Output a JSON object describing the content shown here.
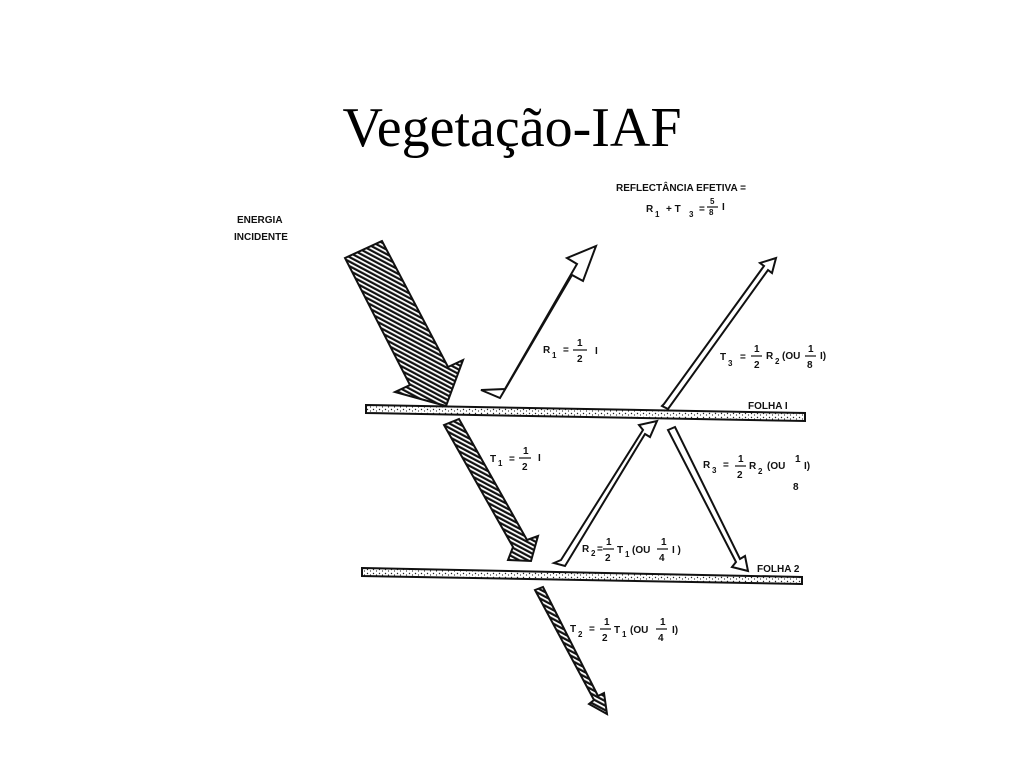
{
  "title": "Vegetação-IAF",
  "incident": {
    "line1": "ENERGIA",
    "line2": "INCIDENTE"
  },
  "effective": {
    "label": "REFLECTÂNCIA EFETIVA =",
    "eq_r": "R",
    "eq_r_sub": "1",
    "eq_plus": "+ T",
    "eq_t_sub": "3",
    "eq_eq": "=",
    "eq_num": "5",
    "eq_den": "8",
    "eq_i": "I"
  },
  "leaves": {
    "leaf1": "FOLHA I",
    "leaf2": "FOLHA 2"
  },
  "labels": {
    "r1": {
      "sym": "R",
      "sub": "1",
      "eq": "=",
      "num": "1",
      "den": "2",
      "tail": "I"
    },
    "t3": {
      "sym": "T",
      "sub": "3",
      "eq": "=",
      "num": "1",
      "den": "2",
      "mid": "R",
      "mid_sub": "2",
      "open": "(OU",
      "onum": "1",
      "oden": "8",
      "close": "I)"
    },
    "t1": {
      "sym": "T",
      "sub": "1",
      "eq": "=",
      "num": "1",
      "den": "2",
      "tail": "I"
    },
    "r3": {
      "sym": "R",
      "sub": "3",
      "eq": "=",
      "num": "1",
      "den": "2",
      "mid": "R",
      "mid_sub": "2",
      "open": "(OU",
      "onum": "1",
      "oden": "8",
      "close": "I)"
    },
    "r2": {
      "sym": "R",
      "sub": "2",
      "eq": "=",
      "num": "1",
      "den": "2",
      "mid": "T",
      "mid_sub": "1",
      "open": "(OU",
      "onum": "1",
      "oden": "4",
      "close": "I )"
    },
    "t2": {
      "sym": "T",
      "sub": "2",
      "eq": "=",
      "num": "1",
      "den": "2",
      "mid": "T",
      "mid_sub": "1",
      "open": "(OU",
      "onum": "1",
      "oden": "4",
      "close": "I)"
    }
  }
}
